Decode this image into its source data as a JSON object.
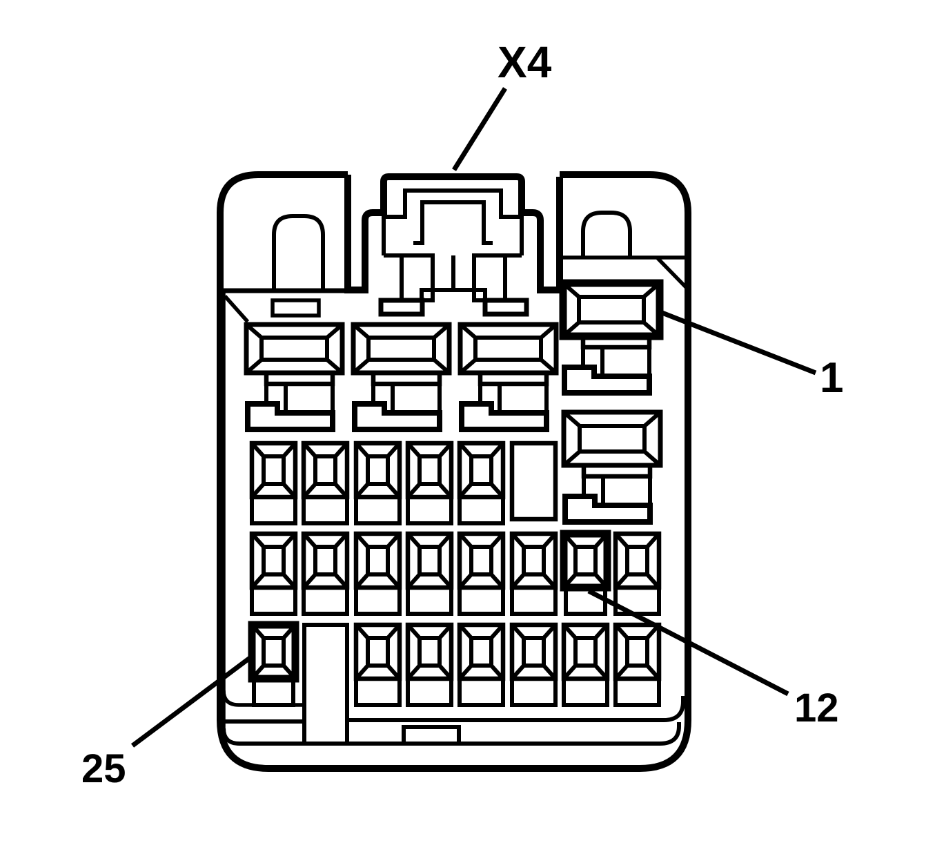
{
  "diagram": {
    "type": "connector-pinout-line-drawing",
    "connector_id": "X4",
    "ink_color": "#000000",
    "background_color": "#ffffff",
    "callouts": [
      {
        "id": "connector",
        "text": "X4"
      },
      {
        "id": "terminal-1",
        "text": "1"
      },
      {
        "id": "terminal-12",
        "text": "12"
      },
      {
        "id": "terminal-25",
        "text": "25"
      }
    ],
    "highlighted_terminals": [
      "1",
      "12",
      "25"
    ]
  }
}
